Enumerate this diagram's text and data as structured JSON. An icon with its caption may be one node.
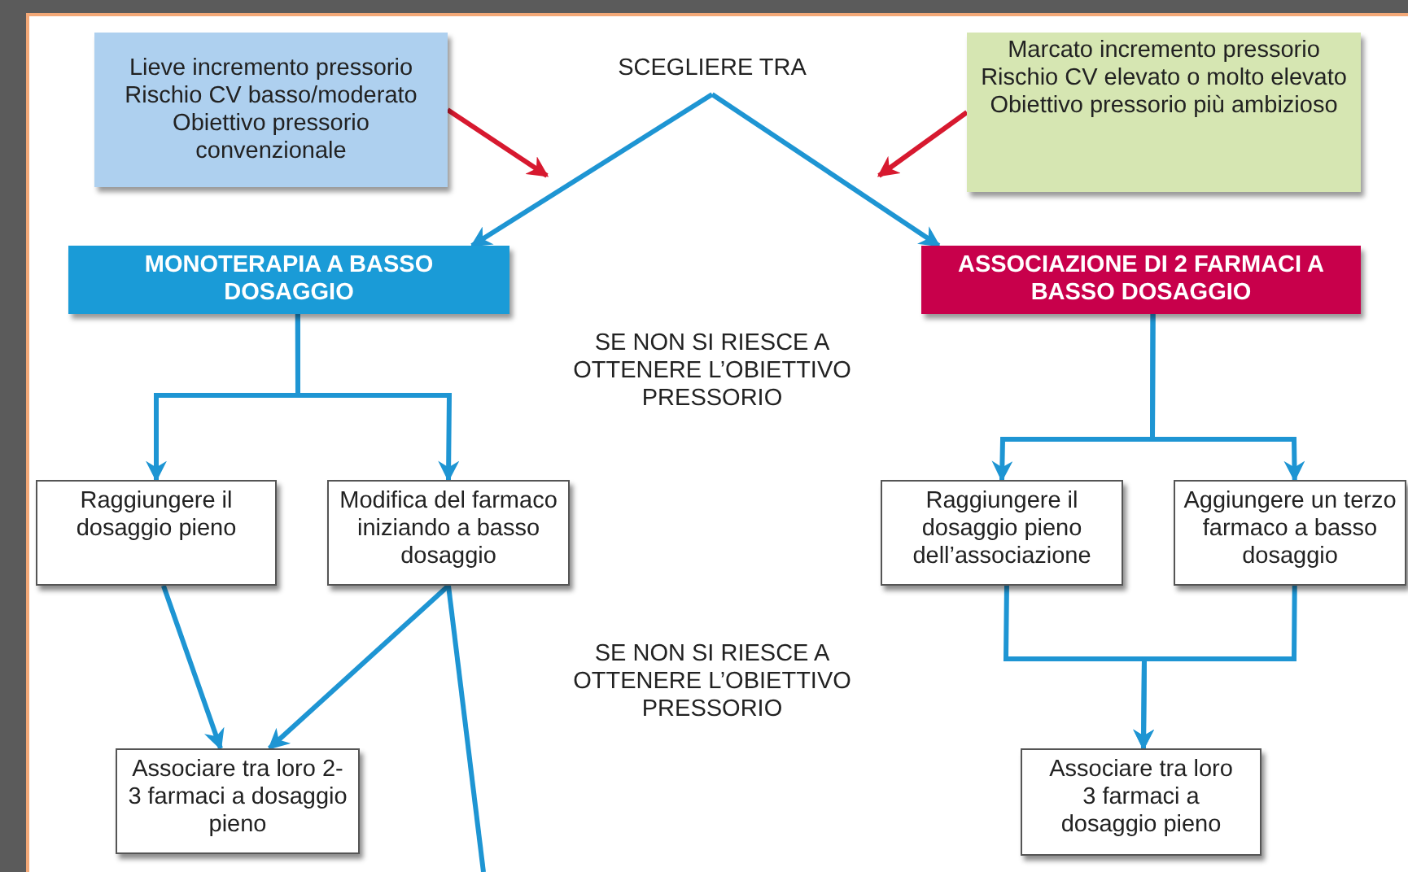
{
  "diagram": {
    "nodes": [
      {
        "text": [
          "Lieve incremento pressorio Rischio CV basso/moderato Obiettivo pressorio convenzionale"
        ]
      },
      {
        "text": [
          "SCEGLIERE TRA"
        ]
      },
      {
        "text": [
          "Marcato incremento pressorio Rischio CV elevato o molto elevato Obiettivo pressorio più ambizioso"
        ]
      },
      {
        "text": [
          "MONOTERAPIA A BASSO DOSAGGIO"
        ]
      },
      {
        "text": [
          "ASSOCIAZIONE DI 2 FARMACI A BASSO DOSAGGIO"
        ]
      },
      {
        "text": [
          "Raggiungere il dosaggio pieno"
        ]
      },
      {
        "text": [
          "Modifica del farmaco iniziando a basso dosaggio"
        ]
      },
      {
        "text": [
          "Raggiungere il dosaggio pieno dell’associazione"
        ]
      },
      {
        "text": [
          "Aggiungere un terzo farmaco a basso dosaggio"
        ]
      },
      {
        "text": [
          "Associare tra loro 2-3 farmaci a dosaggio pieno"
        ]
      },
      {
        "text": [
          "Associare tra loro 3 farmaci a dosaggio pieno"
        ]
      }
    ],
    "edges": [
      {
        "from": 1,
        "to": 3,
        "arrow": "to"
      },
      {
        "from": 1,
        "to": 4,
        "arrow": "to"
      },
      {
        "from": 0,
        "to": null,
        "arrow": "to",
        "color": "#d7192f"
      },
      {
        "from": 2,
        "to": null,
        "arrow": "to",
        "color": "#d7192f"
      },
      {
        "from": 3,
        "to": 5,
        "arrow": "to"
      },
      {
        "from": 3,
        "to": 6,
        "arrow": "to"
      },
      {
        "from": 4,
        "to": 7,
        "arrow": "to"
      },
      {
        "from": 4,
        "to": 8,
        "arrow": "to"
      },
      {
        "from": 5,
        "to": 9,
        "arrow": "to"
      },
      {
        "from": 6,
        "to": 9,
        "arrow": "to"
      },
      {
        "from": 6,
        "to": null,
        "arrow": "none"
      },
      {
        "from": 7,
        "to": 10,
        "arrow": "to"
      },
      {
        "from": 8,
        "to": 10,
        "arrow": "to"
      }
    ],
    "labels": [
      "SE NON SI RIESCE A OTTENERE L’OBIETTIVO PRESSORIO",
      "SE NON SI RIESCE A OTTENERE L’OBIETTIVO PRESSORIO"
    ]
  }
}
